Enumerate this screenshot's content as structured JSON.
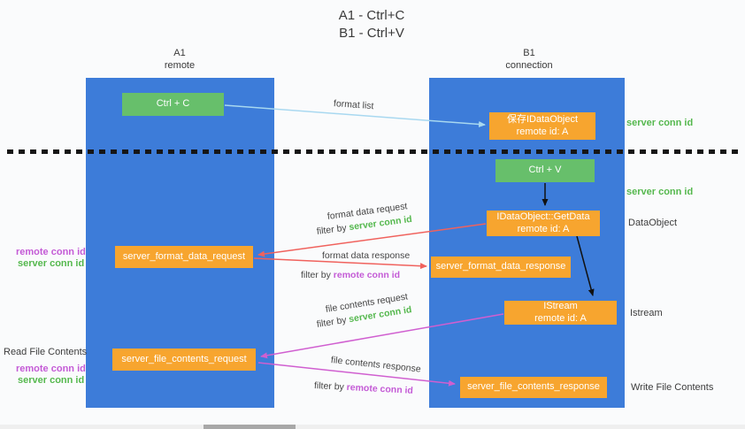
{
  "title": {
    "line1": "A1 - Ctrl+C",
    "line2": "B1 - Ctrl+V"
  },
  "lanes": {
    "left": {
      "name": "A1",
      "subtitle": "remote"
    },
    "right": {
      "name": "B1",
      "subtitle": "connection"
    }
  },
  "boxes": {
    "ctrl_c": "Ctrl + C",
    "ctrl_v": "Ctrl + V",
    "save_dataobject": {
      "line1": "保存IDataObject",
      "line2": "remote id: A"
    },
    "getdata": {
      "line1": "IDataObject::GetData",
      "line2": "remote id: A"
    },
    "istream": {
      "line1": "IStream",
      "line2": "remote id: A"
    },
    "format_request": "server_format_data_request",
    "format_response": "server_format_data_response",
    "file_request": "server_file_contents_request",
    "file_response": "server_file_contents_response"
  },
  "side_labels": {
    "server_conn_top": "server conn id",
    "server_conn_mid": "server conn id",
    "dataobject": "DataObject",
    "istream": "Istream",
    "write_file": "Write File Contents",
    "read_file": "Read File Contents",
    "remote_conn_1": "remote conn id",
    "server_conn_1": "server conn id",
    "remote_conn_2": "remote conn id",
    "server_conn_2": "server conn id"
  },
  "arrow_labels": {
    "format_list": "format list",
    "format_data_request": "format data request",
    "filter_by_1": "filter by",
    "filter_server_1": "server conn id",
    "format_data_response": "format data response",
    "filter_by_2": "filter by",
    "filter_remote_2": "remote conn id",
    "file_contents_request": "file contents request",
    "filter_by_3": "filter by",
    "filter_server_3": "server conn id",
    "file_contents_response": "file contents response",
    "filter_by_4": "filter by",
    "filter_remote_4": "remote conn id"
  },
  "colors": {
    "lane_blue": "#3d7cd9",
    "box_orange": "#f7a52f",
    "box_green": "#67bf6b",
    "text_green": "#55b84e",
    "text_magenta": "#c45bd6",
    "arrow_red": "#f0625d",
    "arrow_magenta": "#d05fd0",
    "arrow_lightblue": "#a8d8f0",
    "arrow_black": "#111111"
  }
}
